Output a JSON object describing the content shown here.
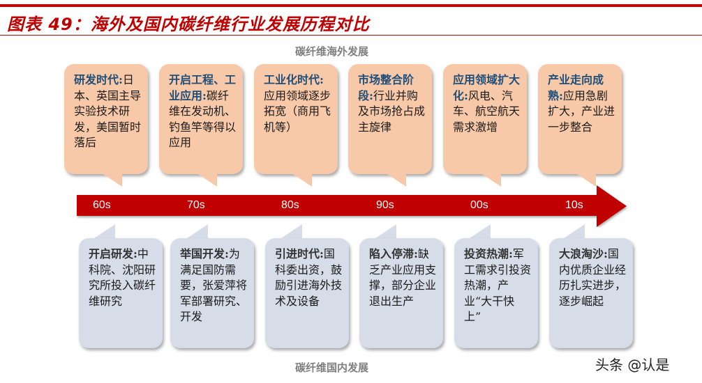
{
  "title": "图表 49：海外及国内碳纤维行业发展历程对比",
  "overseas_label": "碳纤维海外发展",
  "domestic_label": "碳纤维国内发展",
  "watermark": "头条 @认是",
  "colors": {
    "accent": "#c00000",
    "overseas_box": "#f8c9a8",
    "domestic_box": "#d6dde8",
    "heading_blue": "#1f4e79",
    "label_gray": "#7f7f7f"
  },
  "eras": [
    "60s",
    "70s",
    "80s",
    "90s",
    "00s",
    "10s"
  ],
  "overseas": [
    {
      "head": "研发时代:",
      "body": "日本、英国主导实验技术研发，美国暂时落后"
    },
    {
      "head": "开启工程、工业应用:",
      "body": "碳纤维在发动机、钓鱼竿等得以应用"
    },
    {
      "head": "工业化时代:",
      "body": "应用领域逐步拓宽（商用飞机等）"
    },
    {
      "head": "市场整合阶段:",
      "body": "行业并购及市场抢占成主旋律"
    },
    {
      "head": "应用领域扩大化:",
      "body": "风电、汽车、航空航天需求激增"
    },
    {
      "head": "产业走向成熟:",
      "body": "应用急剧扩大，产业进一步整合"
    }
  ],
  "domestic": [
    {
      "head": "开启研发:",
      "body": "中科院、沈阳研究所投入碳纤维研究"
    },
    {
      "head": "举国开发:",
      "body": "为满足国防需要，张爱萍将军部署研究、开发"
    },
    {
      "head": "引进时代:",
      "body": "国科委出资，鼓励引进海外技术及设备"
    },
    {
      "head": "陷入停滞:",
      "body": "缺乏产业应用支撑，部分企业退出生产"
    },
    {
      "head": "投资热潮:",
      "body": "军工需求引投资热潮，产业“大干快上”"
    },
    {
      "head": "大浪淘沙:",
      "body": "国内优质企业经历扎实进步，逐步崛起"
    }
  ]
}
